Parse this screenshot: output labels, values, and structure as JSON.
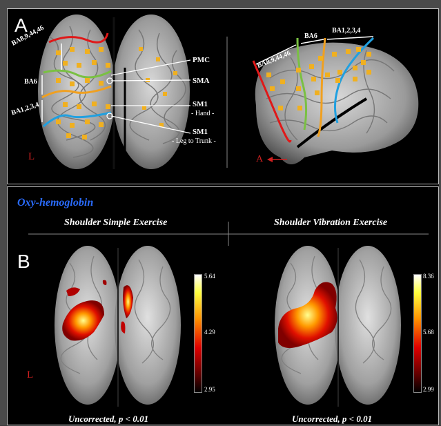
{
  "panel_a": {
    "label": "A",
    "left_brain": {
      "region_labels": [
        "BA8,9,44,46",
        "BA6",
        "BA1,2,3,4"
      ],
      "pointer_labels": [
        "PMC",
        "SMA",
        "SM1",
        "- Hand -",
        "SM1",
        "- Leg to Trunk -"
      ],
      "hemisphere": "L"
    },
    "right_brain": {
      "region_labels": [
        "BA8,9,44,46",
        "BA6",
        "BA1,2,3,4"
      ],
      "anterior_marker": "A"
    }
  },
  "panel_b": {
    "label": "B",
    "heading": "Oxy-hemoglobin",
    "left": {
      "title": "Shoulder Simple Exercise",
      "caption": "Uncorrected, p < 0.01",
      "scale_max": "5.64",
      "scale_mid": "4.29",
      "scale_min": "2.95"
    },
    "right": {
      "title": "Shoulder Vibration Exercise",
      "caption": "Uncorrected, p < 0.01",
      "scale_max": "8.36",
      "scale_mid": "5.68",
      "scale_min": "2.99"
    },
    "hemisphere": "L"
  },
  "colors": {
    "background": "#000000",
    "heading_blue": "#2a6cff",
    "red_line": "#e01818",
    "green_line": "#7ac043",
    "orange_line": "#f0a020",
    "blue_line": "#20a0e0",
    "marker_red": "#d02020"
  }
}
